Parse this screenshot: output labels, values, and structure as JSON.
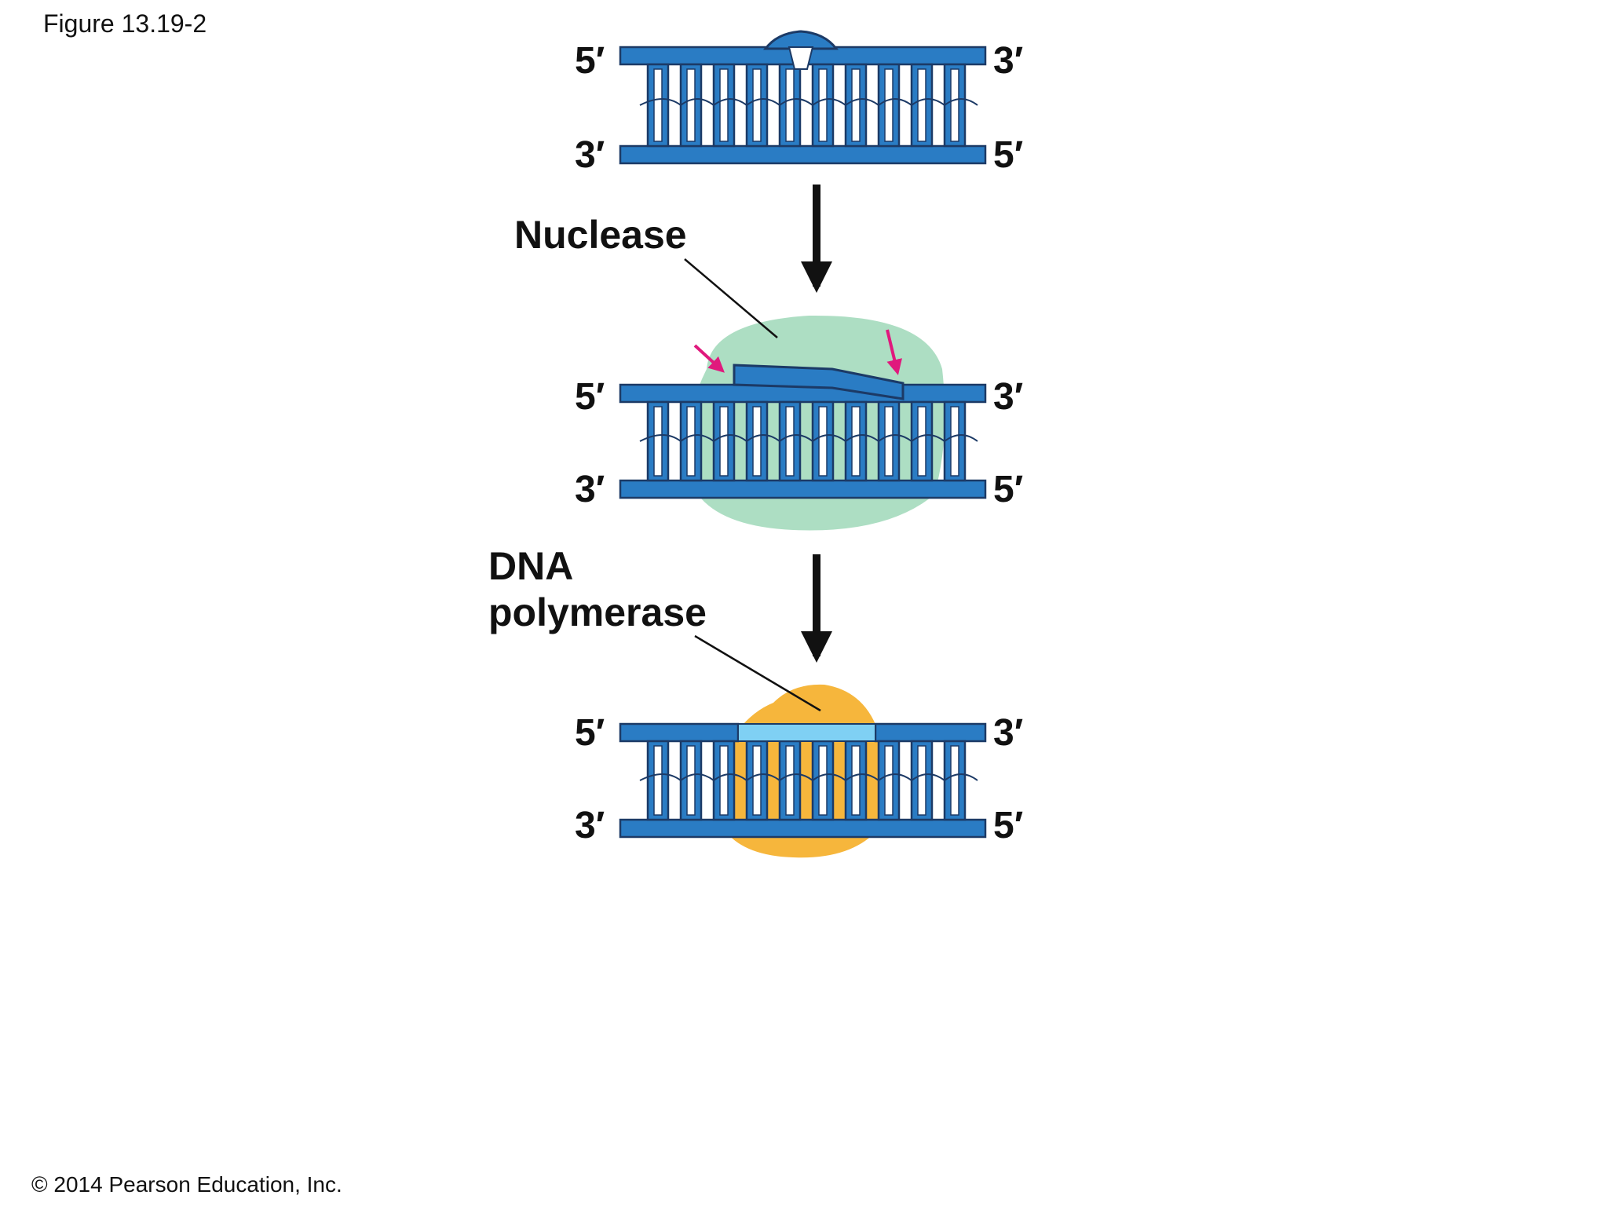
{
  "figure_label": "Figure 13.19-2",
  "copyright": "© 2014 Pearson Education, Inc.",
  "labels": {
    "nuclease": "Nuclease",
    "dna_polymerase_line1": "DNA",
    "dna_polymerase_line2": "polymerase"
  },
  "strand_ends": {
    "five_prime": "5′",
    "three_prime": "3′"
  },
  "colors": {
    "dna_strand": "#2a7cc4",
    "outline": "#1c3a66",
    "nuclease": "#a9dcc0",
    "new_dna": "#7fd0f4",
    "polymerase": "#f6b63c",
    "cut_arrows": "#e0197d",
    "process_arrows": "#111111"
  },
  "stages": [
    {
      "name": "damaged-dna"
    },
    {
      "name": "nuclease-excision"
    },
    {
      "name": "polymerase-fill"
    }
  ]
}
